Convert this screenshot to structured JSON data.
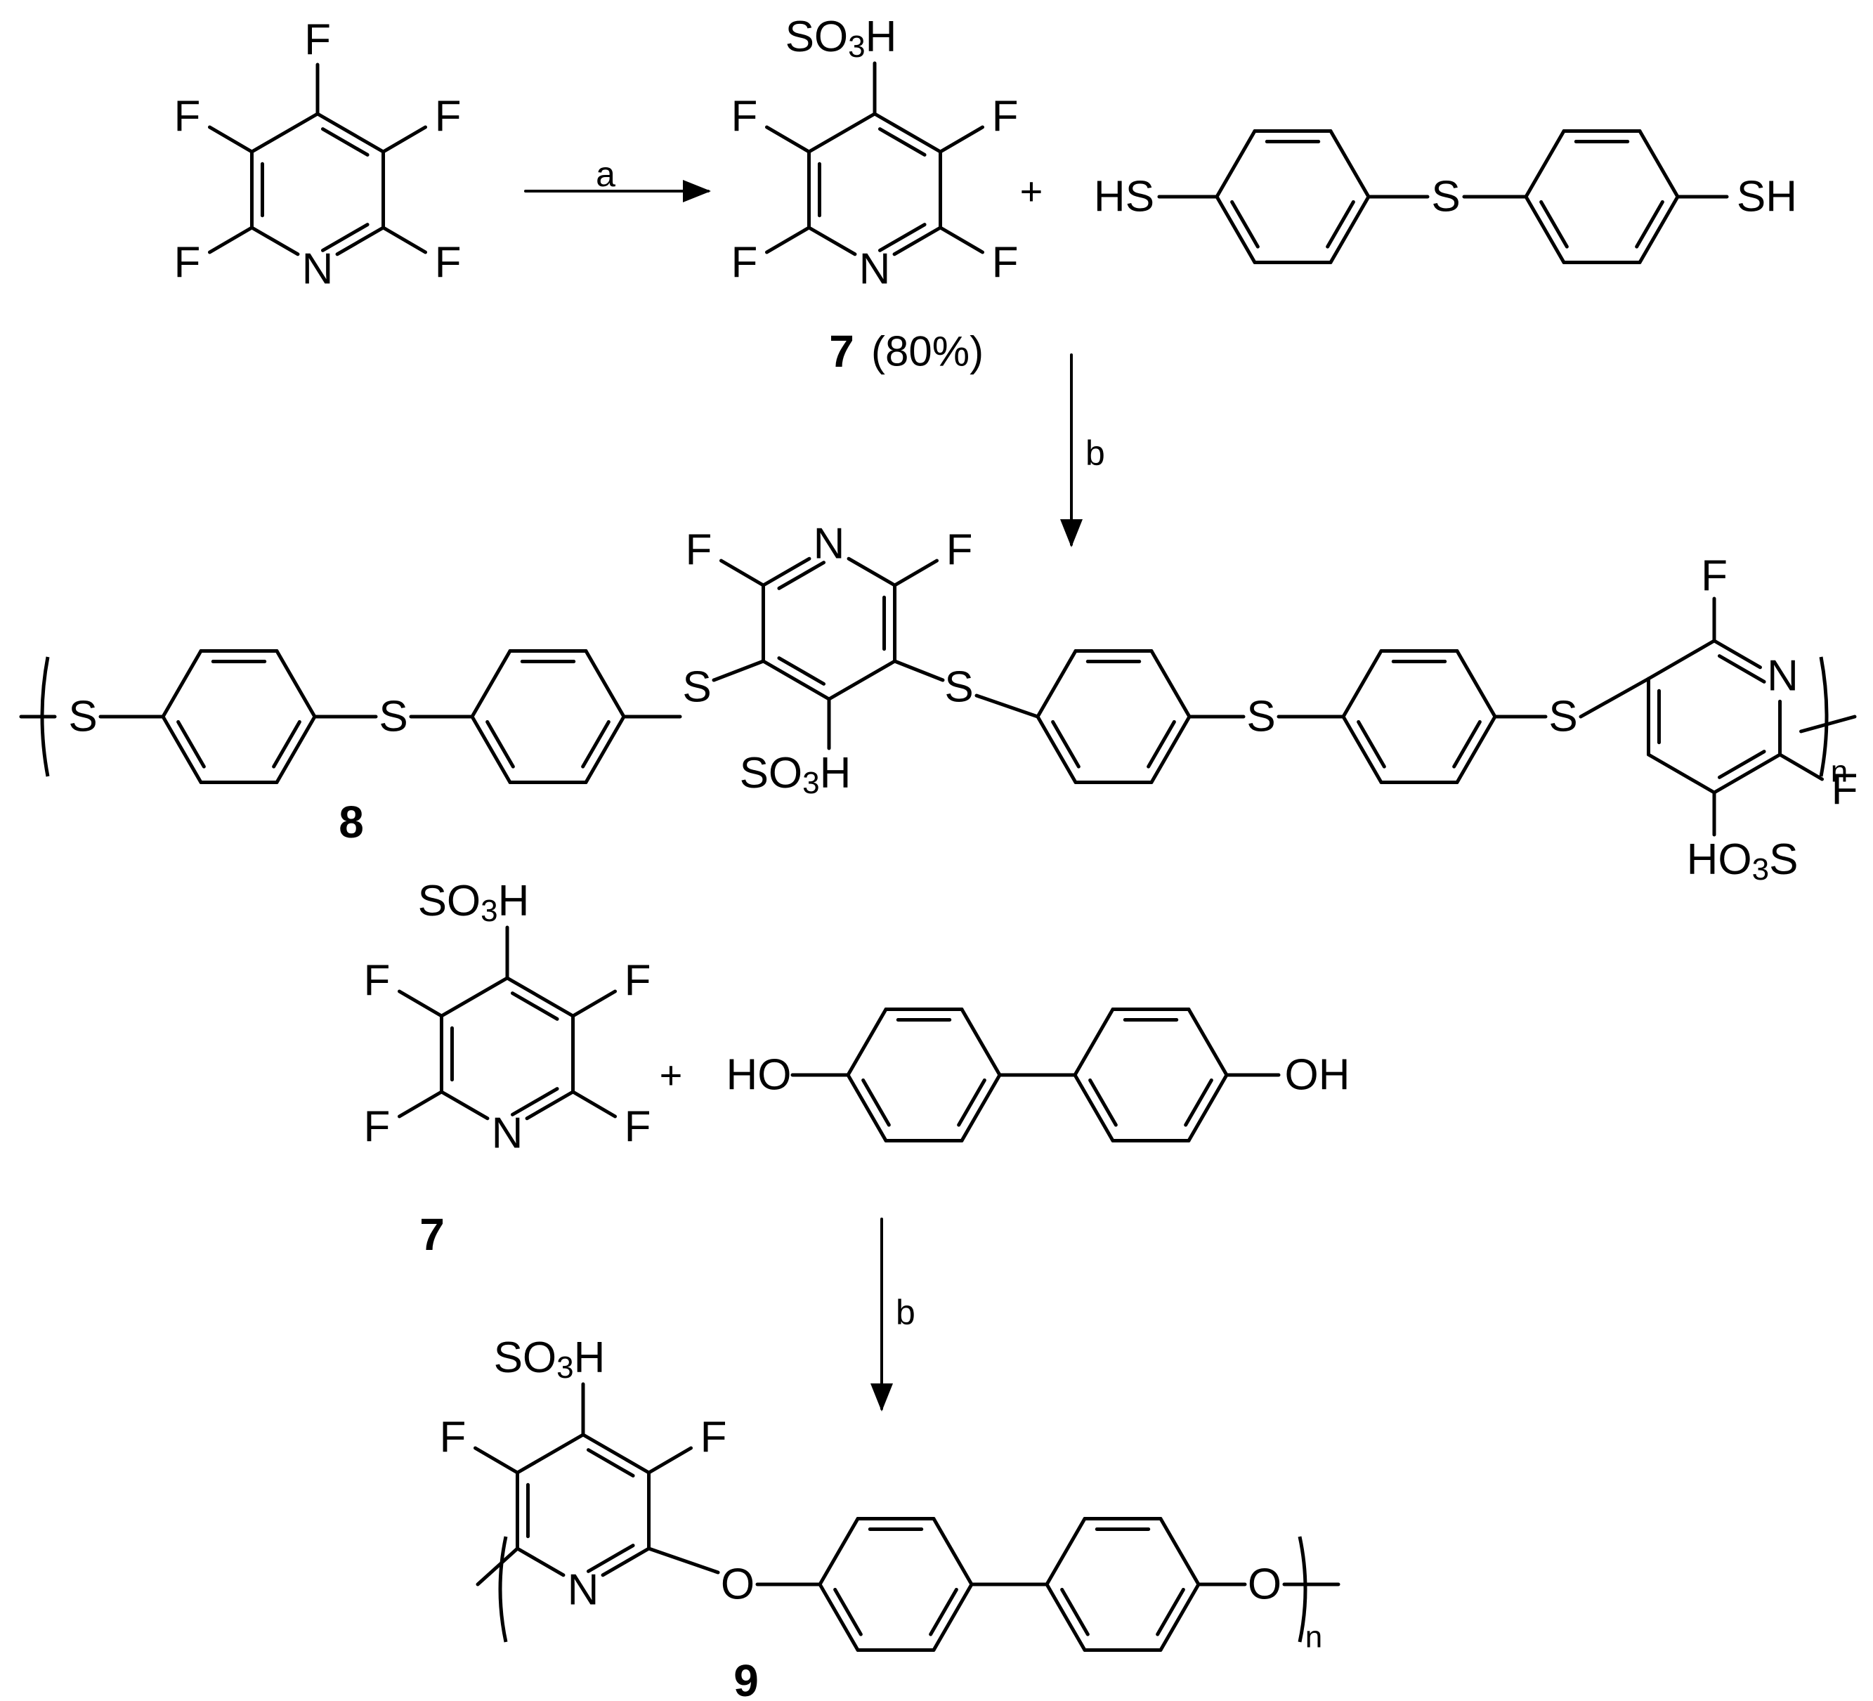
{
  "atoms": {
    "F": "F",
    "N": "N",
    "S": "S",
    "O": "O",
    "SO3H": "SO3H",
    "HO3S": "HO3S",
    "HS": "HS",
    "SH": "SH",
    "HO": "HO",
    "OH": "OH"
  },
  "reagents": {
    "a": "a",
    "b": "b"
  },
  "plus": "+",
  "polymer_subscript": "n",
  "compounds": {
    "c7_label": "7",
    "c7_yield": "(80%)",
    "c7b_label": "7",
    "c8_label": "8",
    "c9_label": "9"
  }
}
